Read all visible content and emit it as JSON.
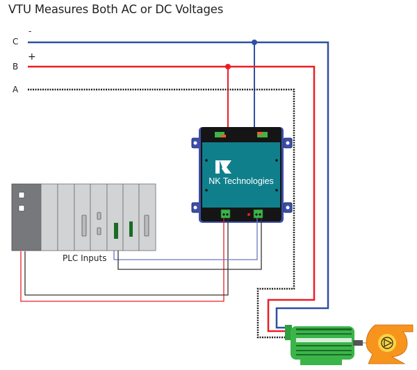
{
  "title": "VTU Measures Both AC or DC Voltages",
  "lines": [
    {
      "label": "C",
      "polarity": "-",
      "color": "#2e4fa3"
    },
    {
      "label": "B",
      "polarity": "+",
      "color": "#ed1c24"
    },
    {
      "label": "A",
      "polarity": "",
      "color": "#231f20"
    }
  ],
  "device": {
    "brand": "NK Technologies",
    "body_color": "#0f7f8c",
    "housing_color": "#1a1a1a",
    "terminal_color": "#3bb54a"
  },
  "plc": {
    "label": "PLC Inputs"
  },
  "equipment": {
    "motor": "motor",
    "pump": "pump"
  },
  "colors": {
    "red": "#ed1c24",
    "blue": "#2e4fa3",
    "black": "#231f20",
    "motor": "#3bb54a",
    "pump": "#f7941d"
  }
}
